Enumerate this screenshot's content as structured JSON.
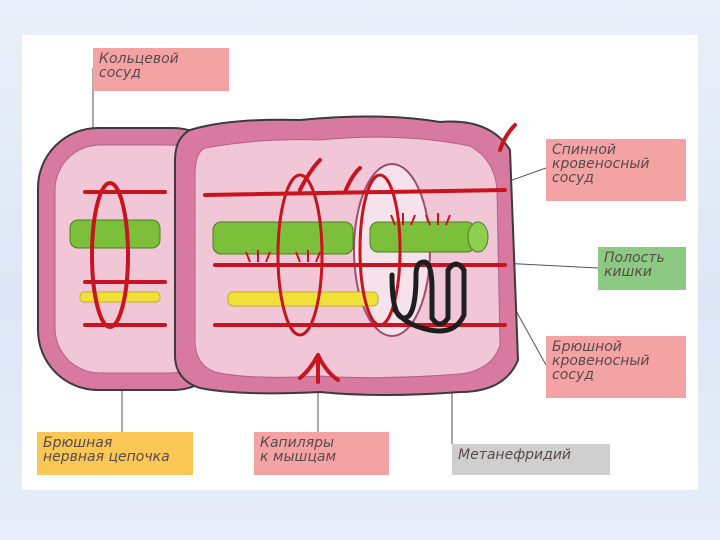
{
  "labels": {
    "ring_vessel": "Кольцевой сосуд",
    "dorsal_vessel": "Спинной\nкровеносный\nсосуд",
    "gut_cavity": "Полость\nкишки",
    "ventral_vessel": "Брюшной\nкровеносный\nсосуд",
    "nerve_cord": "Брюшная\nнервная цепочка",
    "capillaries": "Капиляры\nк мышцам",
    "metanephridium": "Метанефридий"
  },
  "colors": {
    "body_wall": "#d8799f",
    "body_inner": "#f1c6d6",
    "outline": "#3b3b3b",
    "vessel": "#c8141e",
    "gut": "#7cbf3a",
    "nerve": "#f2e03a",
    "nephridium": "#1e1e1e",
    "label_pink": "#f4a3a5",
    "label_green": "#8cca84",
    "label_yellow": "#f8c755",
    "label_gray": "#cfcfcf"
  }
}
